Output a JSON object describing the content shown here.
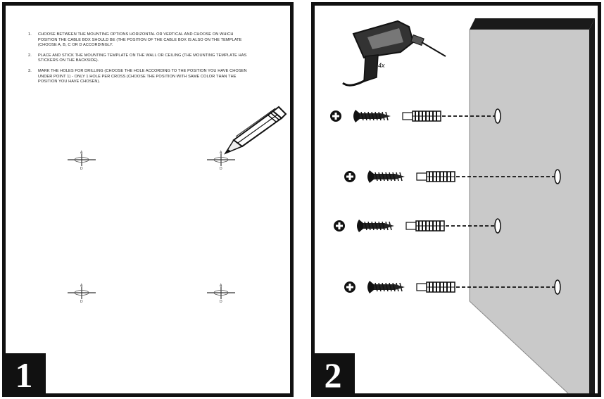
{
  "panel1": {
    "number": "1",
    "steps": [
      {
        "n": "1.",
        "text": "Choose between the mounting options horizontal or vertical and choose on which position the cable box should be (the position of the cable box is also on the template (choose A, B, C or D accordingly."
      },
      {
        "n": "2.",
        "text": "Place and stick the mounting template on the wall or ceiling (the mounting template has stickers on the backside)."
      },
      {
        "n": "3.",
        "text": "Mark the holes for drilling (choose the hole according to the position you have chosen under point 1) - only 1 hole per cross (choose the position with same color than the position you have chosen)."
      }
    ],
    "cross_mark_letters": {
      "top": "A",
      "bottom": "D"
    }
  },
  "panel2": {
    "number": "2",
    "drill_quantity": "4x"
  },
  "colors": {
    "frame": "#111111",
    "wall": "#c9c9c9",
    "wall_edge": "#1a1a1a",
    "background": "#ffffff"
  },
  "icons": [
    "pencil-icon",
    "drill-icon",
    "plus-icon",
    "screw-icon",
    "wall-plug-icon",
    "drill-hole-icon",
    "cross-mark-icon"
  ]
}
